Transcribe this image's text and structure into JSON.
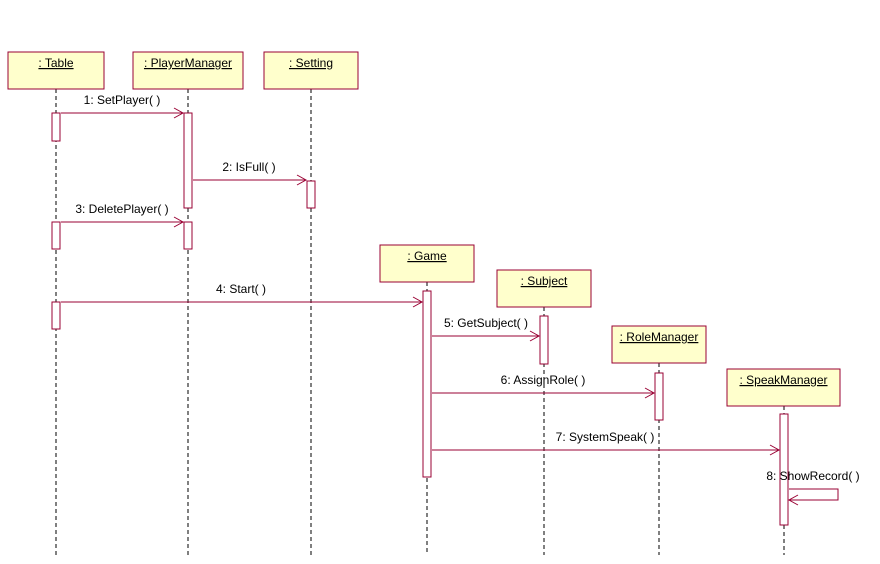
{
  "colors": {
    "box_fill": "#ffffcc",
    "box_stroke": "#990033",
    "line": "#990033",
    "lifeline": "#000000",
    "text": "#000000"
  },
  "objects": [
    {
      "id": "table",
      "label": ": Table"
    },
    {
      "id": "playermanager",
      "label": ": PlayerManager"
    },
    {
      "id": "setting",
      "label": ": Setting"
    },
    {
      "id": "game",
      "label": ": Game"
    },
    {
      "id": "subject",
      "label": ": Subject"
    },
    {
      "id": "rolemanager",
      "label": ": RoleManager"
    },
    {
      "id": "speakmanager",
      "label": ": SpeakManager"
    }
  ],
  "messages": [
    {
      "id": "m1",
      "from": "table",
      "to": "playermanager",
      "label": "1: SetPlayer( )"
    },
    {
      "id": "m2",
      "from": "playermanager",
      "to": "setting",
      "label": "2: IsFull( )"
    },
    {
      "id": "m3",
      "from": "table",
      "to": "playermanager",
      "label": "3: DeletePlayer( )"
    },
    {
      "id": "m4",
      "from": "table",
      "to": "game",
      "label": "4: Start( )"
    },
    {
      "id": "m5",
      "from": "game",
      "to": "subject",
      "label": "5: GetSubject( )"
    },
    {
      "id": "m6",
      "from": "game",
      "to": "rolemanager",
      "label": "6: AssignRole( )"
    },
    {
      "id": "m7",
      "from": "game",
      "to": "speakmanager",
      "label": "7: SystemSpeak( )"
    },
    {
      "id": "m8",
      "from": "speakmanager",
      "to": "speakmanager",
      "label": "8: ShowRecord( )"
    }
  ]
}
